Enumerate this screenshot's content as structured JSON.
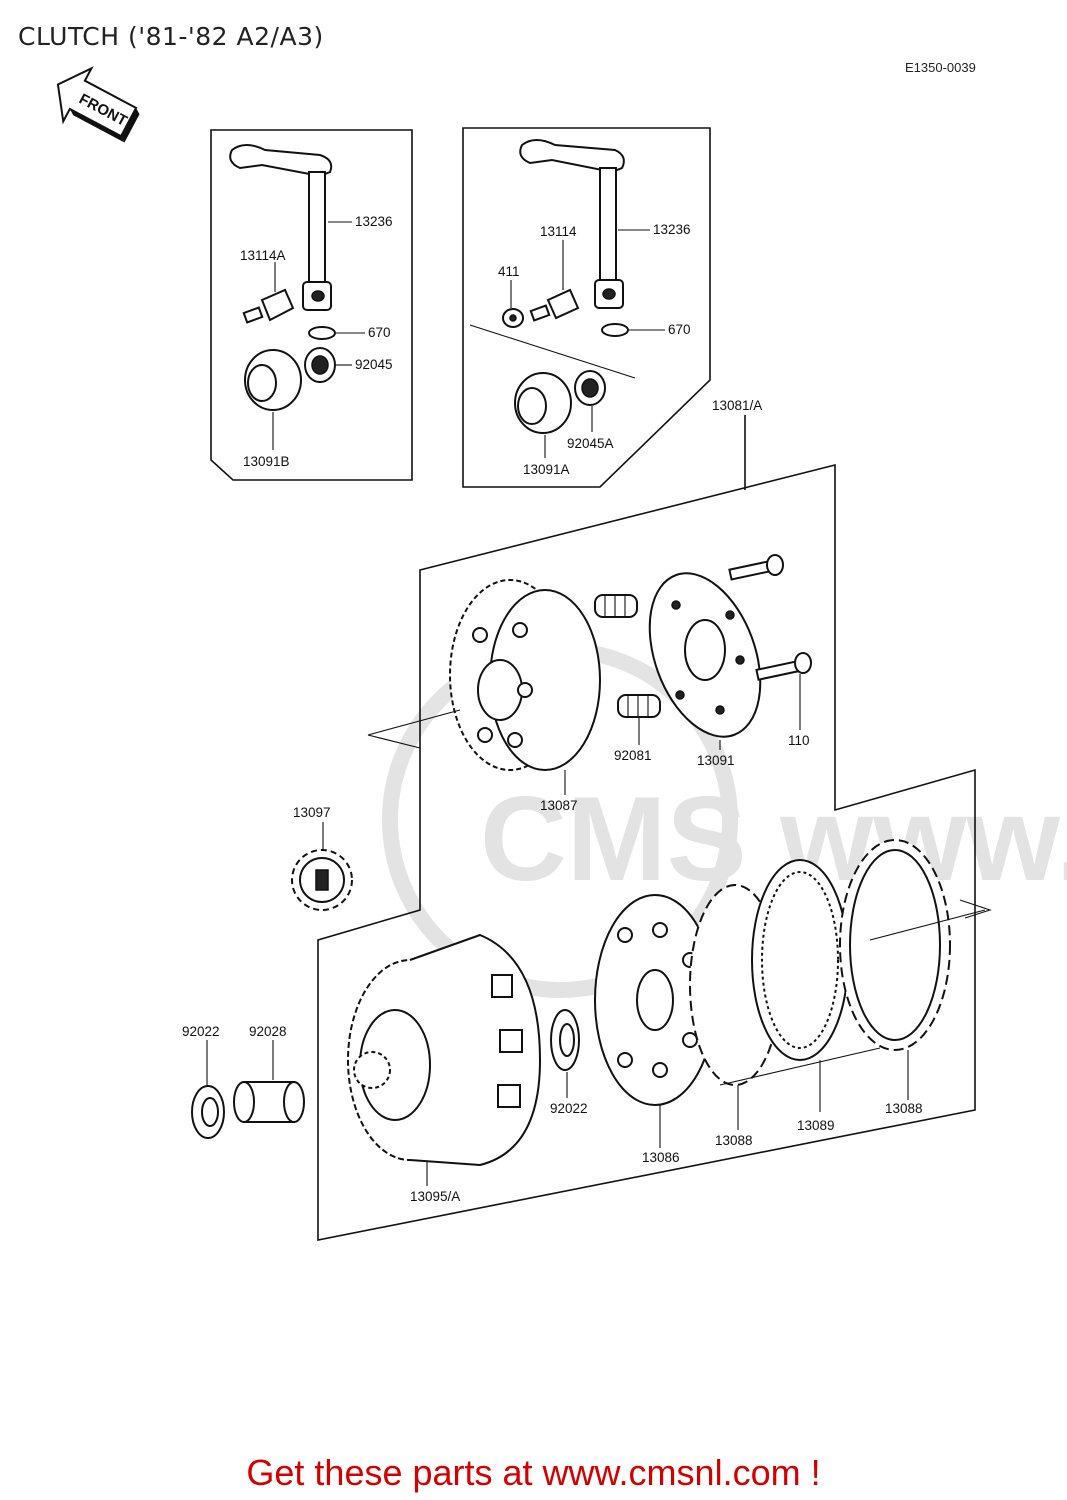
{
  "title": "CLUTCH ('81-'82 A2/A3)",
  "diagram_code": "E1350-0039",
  "front_arrow_label": "FRONT",
  "watermark": "CMS www.cmsnl.com",
  "footer": "Get these parts at www.cmsnl.com !",
  "part_labels": {
    "p13236_left": "13236",
    "p13114A": "13114A",
    "p670_left": "670",
    "p92045": "92045",
    "p13091B": "13091B",
    "p13114": "13114",
    "p13236_right": "13236",
    "p411": "411",
    "p670_right": "670",
    "p92045A": "92045A",
    "p13091A": "13091A",
    "p13081A": "13081/A",
    "p13087": "13087",
    "p92081": "92081",
    "p13091": "13091",
    "p110": "110",
    "p13097": "13097",
    "p92022_left": "92022",
    "p92028": "92028",
    "p92022_mid": "92022",
    "p13086": "13086",
    "p13088_left": "13088",
    "p13089": "13089",
    "p13088_right": "13088",
    "p13095A": "13095/A"
  }
}
